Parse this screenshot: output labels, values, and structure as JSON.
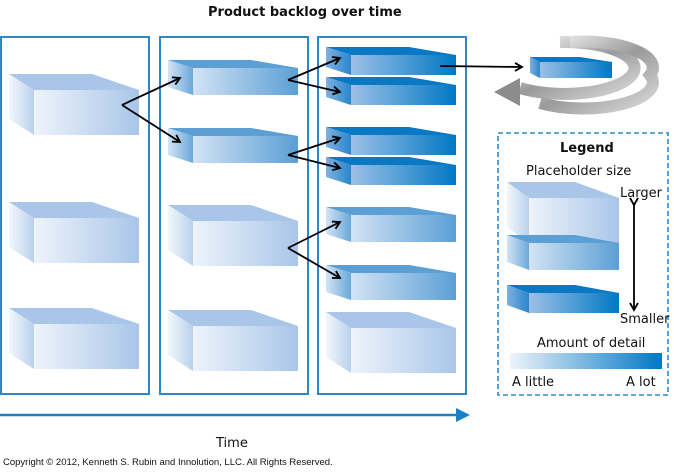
{
  "title": "Product backlog over time",
  "axis_label": "Time",
  "legend": {
    "heading": "Legend",
    "size_label": "Placeholder size",
    "larger": "Larger",
    "smaller": "Smaller",
    "detail_label": "Amount of detail",
    "little": "A little",
    "lot": "A lot"
  },
  "copyright": "Copyright © 2012, Kenneth S. Rubin and Innolution, LLC. All Rights Reserved.",
  "colors": {
    "frame": "#2b88c9",
    "light": "#a9c6e8",
    "medium": "#5b9fd5",
    "dark": "#0a78c2"
  }
}
